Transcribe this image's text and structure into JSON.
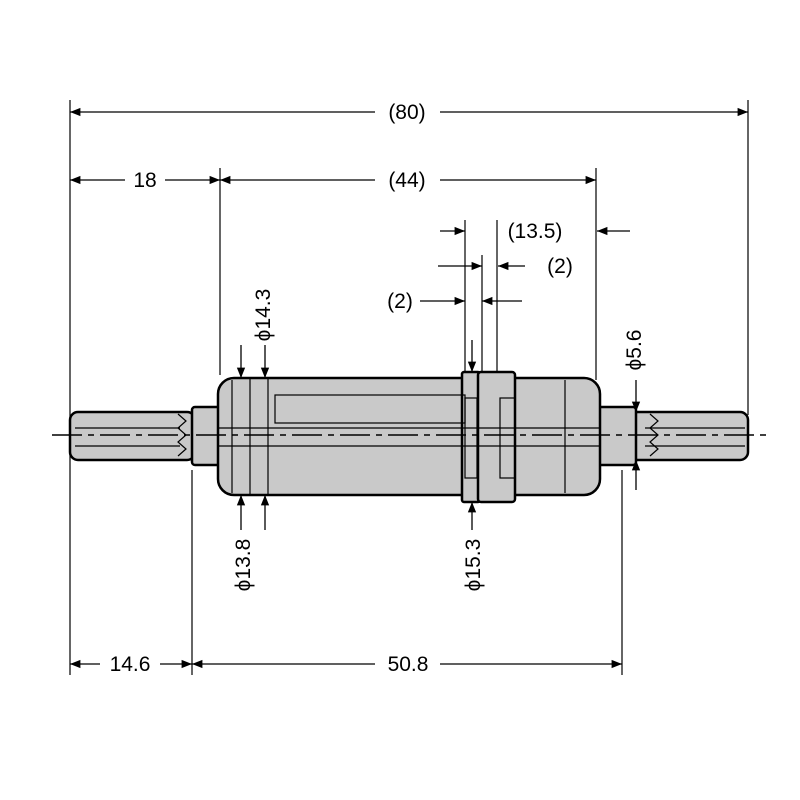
{
  "drawing": {
    "dimensions": {
      "overall": "(80)",
      "left_offset": "18",
      "body_length": "(44)",
      "ring_offset": "(13.5)",
      "ring_width_upper": "(2)",
      "ring_width_lower": "(2)",
      "shaft_left": "14.6",
      "shaft_span": "50.8",
      "dia_body_top": "ϕ14.3",
      "dia_body_bottom": "ϕ13.8",
      "dia_ring": "ϕ15.3",
      "dia_shaft": "ϕ5.6"
    },
    "colors": {
      "part_fill": "#c9c9c9",
      "line": "#000000"
    }
  }
}
